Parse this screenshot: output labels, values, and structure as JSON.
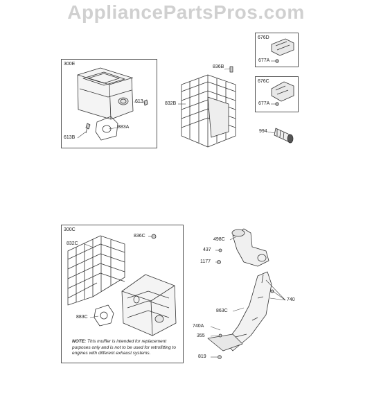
{
  "watermark": "AppliancePartsPros.com",
  "groups": {
    "top_box": "300E",
    "bottom_box": "300C",
    "small_box_1": "676D",
    "small_box_2": "676C"
  },
  "labels": {
    "p613": "613",
    "p883A": "883A",
    "p613B": "613B",
    "p836B": "836B",
    "p832B": "832B",
    "p677A_1": "677A",
    "p677A_2": "677A",
    "p994": "994",
    "p832C": "832C",
    "p836C": "836C",
    "p883C": "883C",
    "p498C": "498C",
    "p437": "437",
    "p1177": "1177",
    "p863C": "863C",
    "p740": "740",
    "p740A": "740A",
    "p355": "355",
    "p819": "819"
  },
  "note": {
    "prefix": "NOTE:",
    "text": "This muffler is intended for replacement purposes only and is not to be used for retrofitting to engines with different exhaust systems."
  }
}
